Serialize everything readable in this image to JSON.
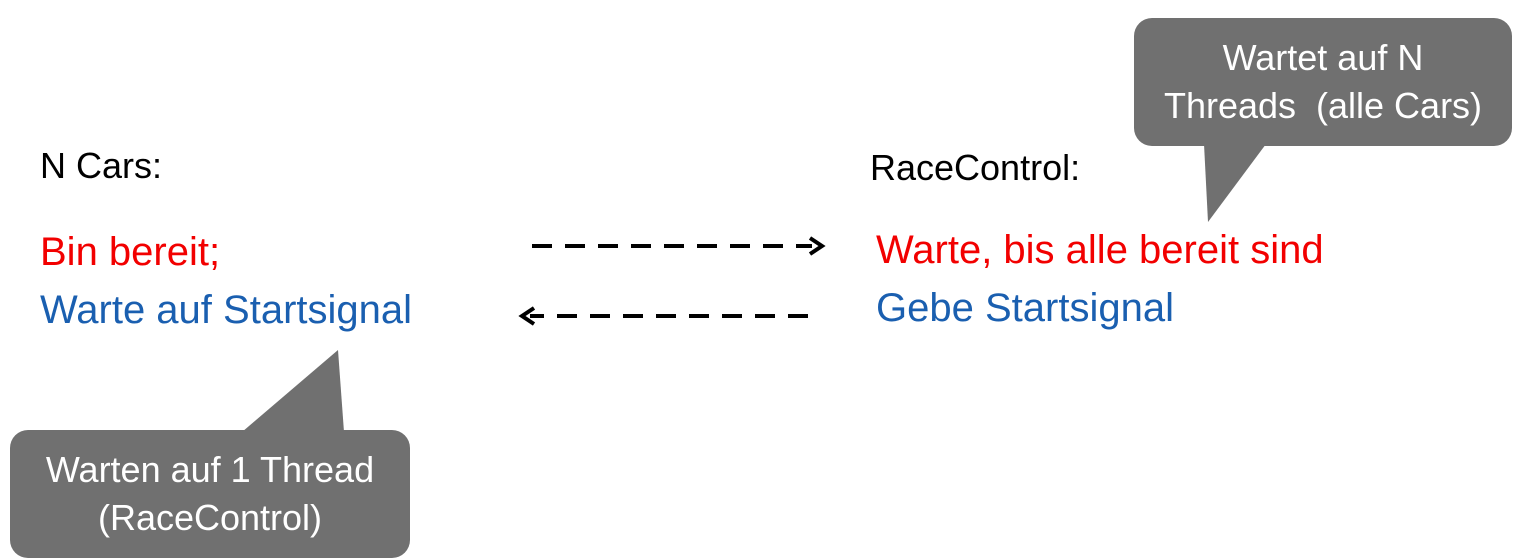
{
  "cars": {
    "heading": "N Cars:",
    "ready_line": "Bin bereit;",
    "wait_line": "Warte auf Startsignal"
  },
  "race_control": {
    "heading": "RaceControl:",
    "wait_line": "Warte, bis alle bereit sind",
    "signal_line": "Gebe Startsignal"
  },
  "callouts": {
    "left_line1": "Warten auf 1 Thread",
    "left_line2": "(RaceControl)",
    "right_line1": "Wartet auf N",
    "right_line2": "Threads  (alle Cars)"
  },
  "colors": {
    "ready_red": "#f20000",
    "signal_blue": "#1a5fb0",
    "callout_gray": "#707070",
    "arrow_black": "#000000"
  }
}
